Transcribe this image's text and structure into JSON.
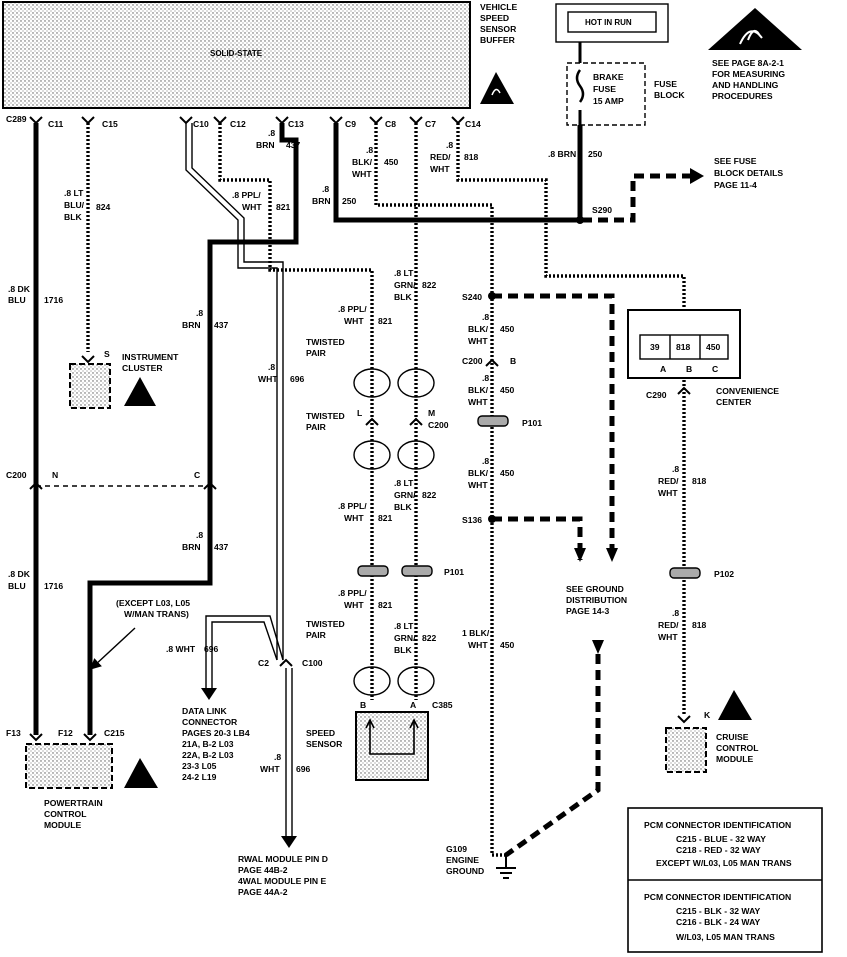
{
  "top": {
    "solid_state": "SOLID-STATE",
    "vsb_label": [
      "VEHICLE",
      "SPEED",
      "SENSOR",
      "BUFFER"
    ],
    "hot_in_run": "HOT IN RUN",
    "esd_note": [
      "SEE PAGE 8A-2-1",
      "FOR MEASURING",
      "AND HANDLING",
      "PROCEDURES"
    ],
    "fuse": [
      "BRAKE",
      "FUSE",
      "15 AMP"
    ],
    "fuse_block": [
      "FUSE",
      "BLOCK"
    ],
    "fuse_details": [
      "SEE FUSE",
      "BLOCK DETAILS",
      "PAGE 11-4"
    ]
  },
  "connectors": {
    "c289": "C289",
    "pins": [
      "C11",
      "C15",
      "C10",
      "C12",
      "C13",
      "C9",
      "C8",
      "C7",
      "C14"
    ],
    "c200_left": "C200",
    "c200_n": "N",
    "c200_c": "C",
    "c200_mid": "C200",
    "c200_b": "B",
    "c200_l": "L",
    "c200_m": "M",
    "c290": "C290",
    "c100": "C100",
    "c2": "C2",
    "c385": "C385",
    "c385_b": "B",
    "c385_a": "A",
    "p101_a": "P101",
    "p101_b": "P101",
    "p102": "P102",
    "k_pin": "K",
    "s_pin": "S",
    "f13": "F13",
    "f12": "F12",
    "c215": "C215",
    "splices": [
      "S290",
      "S240",
      "S136"
    ]
  },
  "wires": {
    "dkblu_1716_top": [
      ".8 DK",
      "BLU",
      "1716"
    ],
    "ltblu_824": [
      ".8 LT",
      "BLU/",
      "BLK",
      "824"
    ],
    "brn_437_top": [
      ".8",
      "BRN",
      "437"
    ],
    "pplwht_821_top": [
      ".8 PPL/",
      "WHT",
      "821"
    ],
    "brn_250": [
      ".8",
      "BRN",
      "250"
    ],
    "blkwht_450_top": [
      ".8",
      "BLK/",
      "WHT",
      "450"
    ],
    "redwht_818_top": [
      ".8",
      "RED/",
      "WHT",
      "818"
    ],
    "brn_250_fuse": ".8 BRN",
    "brn_250_fuse_num": "250",
    "ltgrn_822_1": [
      ".8 LT",
      "GRN/",
      "BLK",
      "822"
    ],
    "pplwht_821_2": [
      ".8 PPL/",
      "WHT",
      "821"
    ],
    "brn_437_mid": [
      ".8",
      "BRN",
      "437"
    ],
    "wht_696_mid": [
      ".8",
      "WHT",
      "696"
    ],
    "blkwht_450_2": [
      ".8",
      "BLK/",
      "WHT",
      "450"
    ],
    "blkwht_450_3": [
      ".8",
      "BLK/",
      "WHT",
      "450"
    ],
    "blkwht_450_4": [
      ".8",
      "BLK/",
      "WHT",
      "450"
    ],
    "pplwht_821_3": [
      ".8 PPL/",
      "WHT",
      "821"
    ],
    "ltgrn_822_3": [
      ".8 LT",
      "GRN/",
      "BLK",
      "822"
    ],
    "brn_437_low": [
      ".8",
      "BRN",
      "437"
    ],
    "dkblu_1716_low": [
      ".8 DK",
      "BLU",
      "1716"
    ],
    "pplwht_821_4": [
      ".8 PPL/",
      "WHT",
      "821"
    ],
    "ltgrn_822_4": [
      ".8 LT",
      "GRN/",
      "BLK",
      "822"
    ],
    "wht_696_low": [
      ".8 WHT",
      "696"
    ],
    "wht_696_bottom": [
      ".8",
      "WHT",
      "696"
    ],
    "blkwht_450_5": [
      "1 BLK/",
      "WHT",
      "450"
    ],
    "redwht_818_2": [
      ".8",
      "RED/",
      "WHT",
      "818"
    ],
    "redwht_818_3": [
      ".8",
      "RED/",
      "WHT",
      "818"
    ]
  },
  "twisted_pair": [
    "TWISTED",
    "PAIR"
  ],
  "components": {
    "instrument_cluster": [
      "INSTRUMENT",
      "CLUSTER"
    ],
    "pcm": [
      "POWERTRAIN",
      "CONTROL",
      "MODULE"
    ],
    "speed_sensor": [
      "SPEED",
      "SENSOR"
    ],
    "cruise": [
      "CRUISE",
      "CONTROL",
      "MODULE"
    ],
    "convenience": [
      "CONVENIENCE",
      "CENTER"
    ],
    "conv_cells": [
      "39",
      "818",
      "450"
    ],
    "conv_pins": [
      "A",
      "B",
      "C"
    ],
    "ground_dist": [
      "SEE GROUND",
      "DISTRIBUTION",
      "PAGE 14-3"
    ],
    "g109": [
      "G109",
      "ENGINE",
      "GROUND"
    ],
    "except_note": [
      "(EXCEPT L03, L05",
      "W/MAN TRANS)"
    ],
    "dlc": [
      "DATA LINK",
      "CONNECTOR",
      "PAGES 20-3 LB4",
      "21A, B-2 L03",
      "22A, B-2 L03",
      "23-3 L05",
      "24-2 L19"
    ],
    "rwal": [
      "RWAL MODULE PIN D",
      "PAGE 44B-2",
      "4WAL MODULE PIN E",
      "PAGE 44A-2"
    ]
  },
  "pcm_table": {
    "t1_title": "PCM CONNECTOR IDENTIFICATION",
    "t1_rows": [
      "C215 - BLUE  - 32 WAY",
      "C218 - RED   - 32 WAY",
      "EXCEPT W/L03, L05 MAN TRANS"
    ],
    "t2_title": "PCM CONNECTOR IDENTIFICATION",
    "t2_rows": [
      "C215 - BLK   - 32 WAY",
      "C216 - BLK   - 24 WAY",
      "W/L03, L05 MAN TRANS"
    ]
  }
}
